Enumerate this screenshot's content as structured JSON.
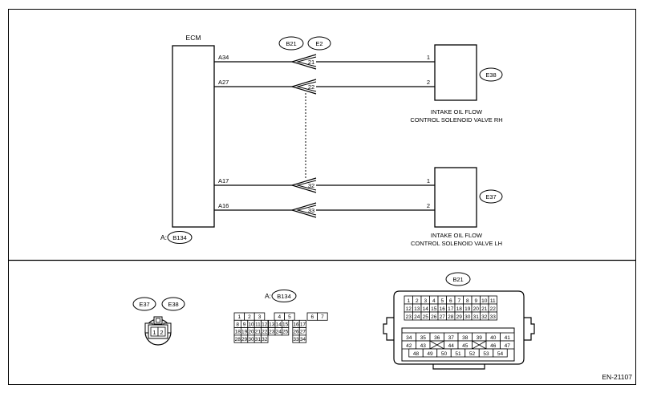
{
  "ecm": {
    "label": "ECM",
    "prefix": "A:",
    "connector": "B134",
    "pins": [
      "A34",
      "A27",
      "A17",
      "A16"
    ]
  },
  "joint": {
    "connectors": [
      "B21",
      "E2"
    ],
    "terminals": [
      "21",
      "22",
      "32",
      "33"
    ]
  },
  "valves": [
    {
      "id": "E38",
      "pins": [
        "1",
        "2"
      ],
      "line1": "INTAKE OIL FLOW",
      "line2": "CONTROL SOLENOID VALVE RH"
    },
    {
      "id": "E37",
      "pins": [
        "1",
        "2"
      ],
      "line1": "INTAKE OIL FLOW",
      "line2": "CONTROL SOLENOID VALVE LH"
    }
  ],
  "views": {
    "valve_conn": {
      "ids": [
        "E37",
        "E38"
      ],
      "pins": [
        "1",
        "2"
      ]
    },
    "b134": {
      "prefix": "A:",
      "id": "B134",
      "rows": [
        [
          "1",
          "2",
          "3",
          "4",
          "5",
          "6",
          "7"
        ],
        [
          "8",
          "9",
          "10",
          "11",
          "12",
          "13",
          "14",
          "15",
          "16",
          "17"
        ],
        [
          "18",
          "19",
          "20",
          "21",
          "22",
          "23",
          "24",
          "25",
          "26",
          "27"
        ],
        [
          "28",
          "29",
          "30",
          "31",
          "32",
          "33",
          "34"
        ]
      ]
    },
    "b21": {
      "id": "B21",
      "rows": [
        [
          "1",
          "2",
          "3",
          "4",
          "5",
          "6",
          "7",
          "8",
          "9",
          "10",
          "11"
        ],
        [
          "12",
          "13",
          "14",
          "15",
          "16",
          "17",
          "18",
          "19",
          "20",
          "21",
          "22"
        ],
        [
          "23",
          "24",
          "25",
          "26",
          "27",
          "28",
          "29",
          "30",
          "31",
          "32",
          "33"
        ],
        [
          "34",
          "35",
          "36",
          "37",
          "38",
          "39",
          "40",
          "41"
        ],
        [
          "42",
          "43",
          "44",
          "45",
          "46",
          "47"
        ],
        [
          "48",
          "49",
          "50",
          "51",
          "52",
          "53",
          "54"
        ]
      ]
    }
  },
  "code": "EN-21107"
}
